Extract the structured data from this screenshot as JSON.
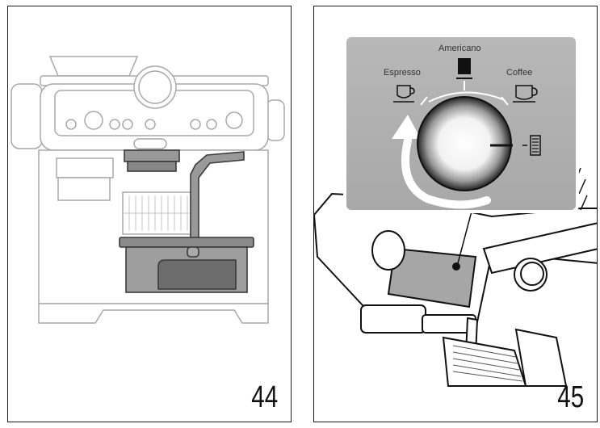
{
  "figures": [
    {
      "number": "44"
    },
    {
      "number": "45",
      "dial": {
        "top_label": "Americano",
        "left_label": "Espresso",
        "right_label": "Coffee"
      }
    }
  ]
}
